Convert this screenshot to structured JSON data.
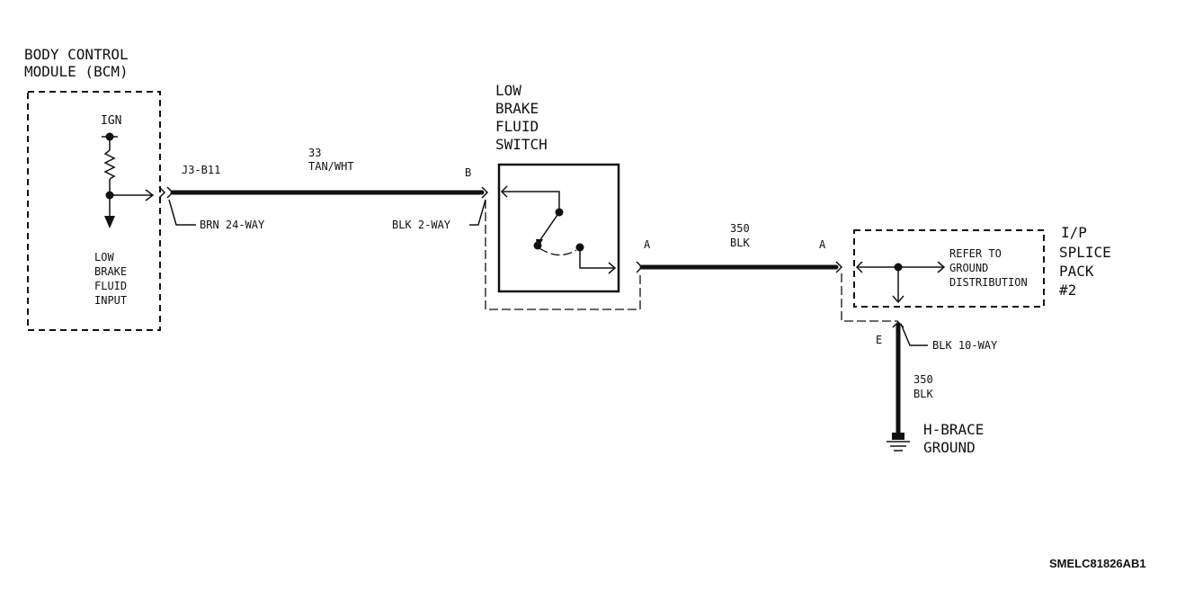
{
  "bcm": {
    "title_line1": "BODY CONTROL",
    "title_line2": "MODULE (BCM)",
    "ign": "IGN",
    "input_line1": "LOW",
    "input_line2": "BRAKE",
    "input_line3": "FLUID",
    "input_line4": "INPUT"
  },
  "wire1": {
    "terminal": "J3-B11",
    "circuit": "33",
    "color": "TAN/WHT",
    "connector_left": "BRN 24-WAY",
    "connector_right": "BLK 2-WAY",
    "pin_right": "B"
  },
  "switch": {
    "line1": "LOW",
    "line2": "BRAKE",
    "line3": "FLUID",
    "line4": "SWITCH"
  },
  "wire2": {
    "pin_left": "A",
    "circuit": "350",
    "color": "BLK",
    "pin_right": "A"
  },
  "splice": {
    "refer_line1": "REFER TO",
    "refer_line2": "GROUND",
    "refer_line3": "DISTRIBUTION",
    "title_line1": "I/P",
    "title_line2": "SPLICE",
    "title_line3": "PACK",
    "title_line4": "#2"
  },
  "wire3": {
    "pin": "E",
    "connector": "BLK 10-WAY",
    "circuit": "350",
    "color": "BLK"
  },
  "ground": {
    "line1": "H-BRACE",
    "line2": "GROUND"
  },
  "figure_code": "SMELC81826AB1"
}
